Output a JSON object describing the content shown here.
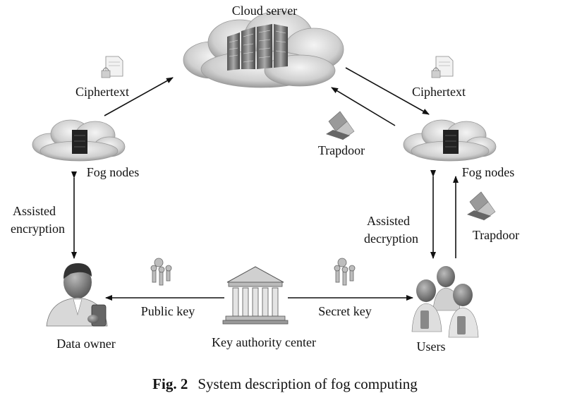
{
  "labels": {
    "cloud_server": "Cloud server",
    "ciphertext_left": "Ciphertext",
    "ciphertext_right": "Ciphertext",
    "trapdoor_top": "Trapdoor",
    "trapdoor_right": "Trapdoor",
    "fog_nodes_left": "Fog nodes",
    "fog_nodes_right": "Fog nodes",
    "assisted_encryption_1": "Assisted",
    "assisted_encryption_2": "encryption",
    "assisted_decryption_1": "Assisted",
    "assisted_decryption_2": "decryption",
    "public_key": "Public key",
    "secret_key": "Secret key",
    "data_owner": "Data owner",
    "key_authority_center": "Key authority center",
    "users": "Users"
  },
  "caption": {
    "fig_label": "Fig. 2",
    "text": "System description of fog computing"
  },
  "icons": [
    "cloud-server-icon",
    "fog-node-icon",
    "document-lock-icon",
    "trapdoor-icon",
    "keys-icon",
    "building-icon",
    "data-owner-icon",
    "users-icon"
  ]
}
